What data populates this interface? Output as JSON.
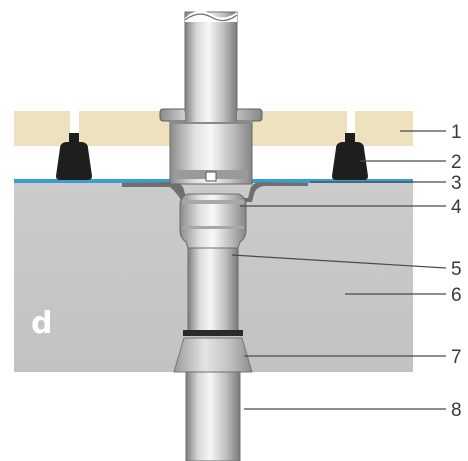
{
  "corner_letter": "d",
  "callouts": [
    "1",
    "2",
    "3",
    "4",
    "5",
    "6",
    "7",
    "8"
  ],
  "colors": {
    "slab": "#c7c7c7",
    "deck_tile": "#ede2bd",
    "membrane": "#3a9fcf",
    "pedestal": "#1e1e1e",
    "pipe_light": "#f2f2f2",
    "pipe_dark": "#8f8f8f"
  }
}
